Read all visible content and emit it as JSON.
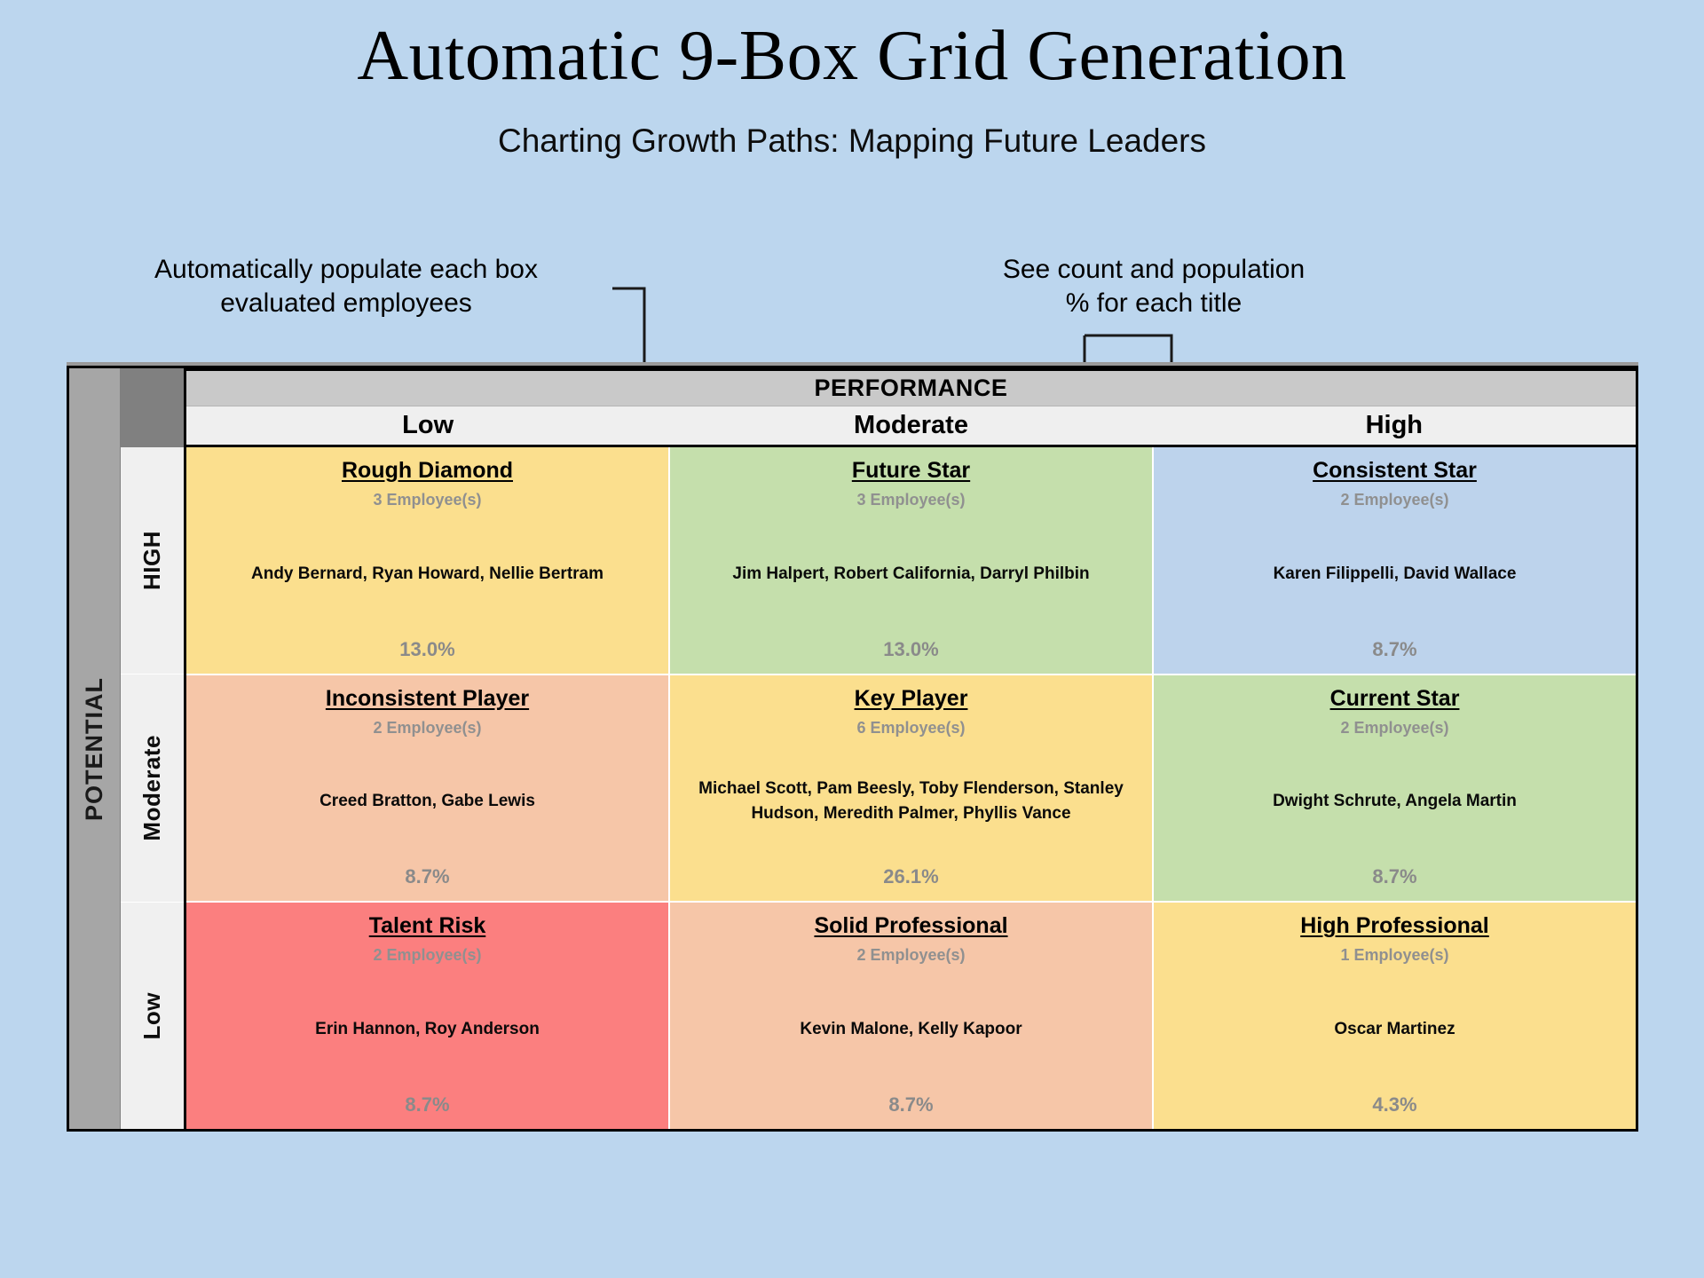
{
  "header": {
    "title": "Automatic 9-Box Grid Generation",
    "subtitle": "Charting Growth Paths: Mapping Future Leaders"
  },
  "annotations": {
    "left": "Automatically populate each box\nevaluated employees",
    "right": "See count and population\n% for each title"
  },
  "axes": {
    "x_title": "PERFORMANCE",
    "x_ticks": [
      "Low",
      "Moderate",
      "High"
    ],
    "y_title": "POTENTIAL",
    "y_ticks": [
      "HIGH",
      "Moderate",
      "Low"
    ]
  },
  "colors": {
    "background": "#bcd6ee",
    "yellow": "#fbdf8e",
    "green": "#c5dfac",
    "blue": "#bdd3ec",
    "peach": "#f6c6a8",
    "red": "#fb7f7f",
    "header_band": "#c9c9c9",
    "tick_band": "#efefef",
    "axis_band": "#a6a6a6"
  },
  "chart_data": {
    "type": "heatmap",
    "title": "Automatic 9-Box Grid Generation",
    "xlabel": "PERFORMANCE",
    "ylabel": "POTENTIAL",
    "categories_x": [
      "Low",
      "Moderate",
      "High"
    ],
    "categories_y": [
      "HIGH",
      "Moderate",
      "Low"
    ],
    "cells": [
      {
        "row": "HIGH",
        "col": "Low",
        "title": "Rough Diamond",
        "count_label": "3 Employee(s)",
        "count": 3,
        "names": "Andy Bernard, Ryan Howard, Nellie Bertram",
        "percent_label": "13.0%",
        "percent": 13.0,
        "color": "#fbdf8e"
      },
      {
        "row": "HIGH",
        "col": "Moderate",
        "title": "Future Star",
        "count_label": "3 Employee(s)",
        "count": 3,
        "names": "Jim Halpert, Robert California, Darryl Philbin",
        "percent_label": "13.0%",
        "percent": 13.0,
        "color": "#c5dfac"
      },
      {
        "row": "HIGH",
        "col": "High",
        "title": "Consistent Star",
        "count_label": "2 Employee(s)",
        "count": 2,
        "names": "Karen Filippelli, David Wallace",
        "percent_label": "8.7%",
        "percent": 8.7,
        "color": "#bdd3ec"
      },
      {
        "row": "Moderate",
        "col": "Low",
        "title": "Inconsistent Player",
        "count_label": "2 Employee(s)",
        "count": 2,
        "names": "Creed Bratton, Gabe Lewis",
        "percent_label": "8.7%",
        "percent": 8.7,
        "color": "#f6c6a8"
      },
      {
        "row": "Moderate",
        "col": "Moderate",
        "title": "Key Player",
        "count_label": "6 Employee(s)",
        "count": 6,
        "names": "Michael Scott, Pam Beesly, Toby Flenderson, Stanley Hudson, Meredith Palmer, Phyllis Vance",
        "percent_label": "26.1%",
        "percent": 26.1,
        "color": "#fbdf8e"
      },
      {
        "row": "Moderate",
        "col": "High",
        "title": "Current Star",
        "count_label": "2 Employee(s)",
        "count": 2,
        "names": "Dwight Schrute, Angela Martin",
        "percent_label": "8.7%",
        "percent": 8.7,
        "color": "#c5dfac"
      },
      {
        "row": "Low",
        "col": "Low",
        "title": "Talent Risk",
        "count_label": "2 Employee(s)",
        "count": 2,
        "names": "Erin Hannon, Roy Anderson",
        "percent_label": "8.7%",
        "percent": 8.7,
        "color": "#fb7f7f"
      },
      {
        "row": "Low",
        "col": "Moderate",
        "title": "Solid Professional",
        "count_label": "2 Employee(s)",
        "count": 2,
        "names": "Kevin Malone, Kelly Kapoor",
        "percent_label": "8.7%",
        "percent": 8.7,
        "color": "#f6c6a8"
      },
      {
        "row": "Low",
        "col": "High",
        "title": "High Professional",
        "count_label": "1 Employee(s)",
        "count": 1,
        "names": "Oscar Martinez",
        "percent_label": "4.3%",
        "percent": 4.3,
        "color": "#fbdf8e"
      }
    ]
  }
}
